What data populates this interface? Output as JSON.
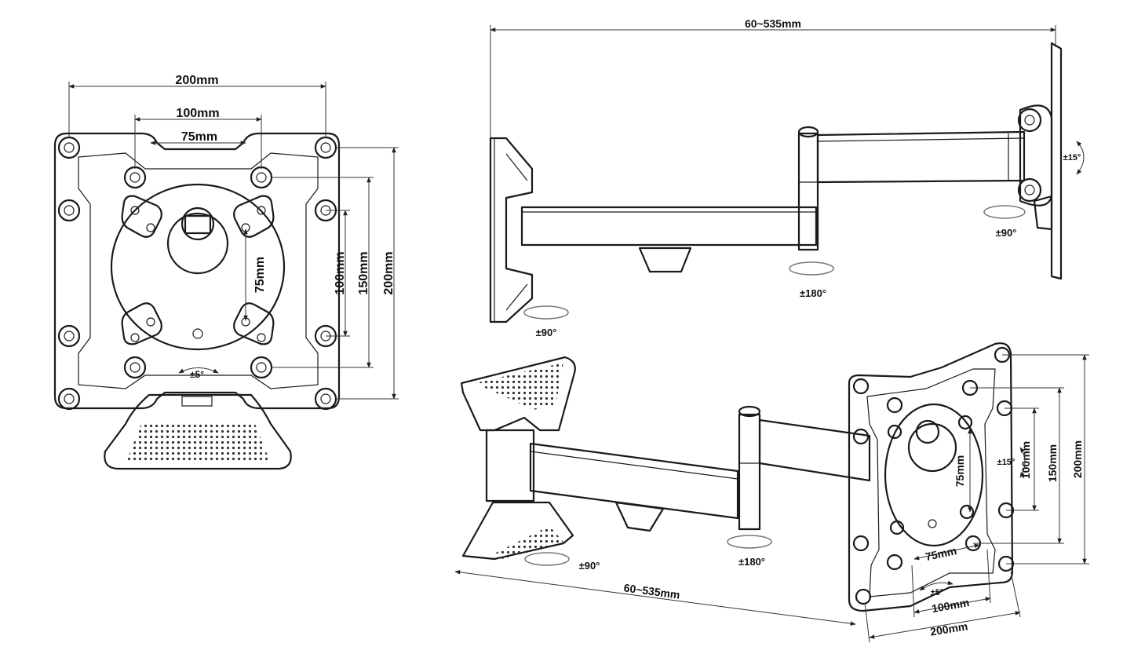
{
  "front_view": {
    "w200": "200mm",
    "w100": "100mm",
    "w75": "75mm",
    "h75": "75mm",
    "h100": "100mm",
    "h150": "150mm",
    "h200": "200mm",
    "tilt": "±5°"
  },
  "side_view": {
    "reach": "60~535mm",
    "rot_wall": "±90°",
    "rot_arm": "±180°",
    "rot_head": "±90°",
    "tilt": "±15°"
  },
  "iso_view": {
    "rot_wall": "±90°",
    "rot_arm": "±180°",
    "reach": "60~535mm",
    "tilt": "±15°",
    "plate_75": "75mm",
    "plate_100": "100mm",
    "plate_150": "150mm",
    "plate_200": "200mm",
    "bottom_75": "75mm",
    "bottom_100": "100mm",
    "bottom_200": "200mm",
    "swivel": "±5°"
  }
}
